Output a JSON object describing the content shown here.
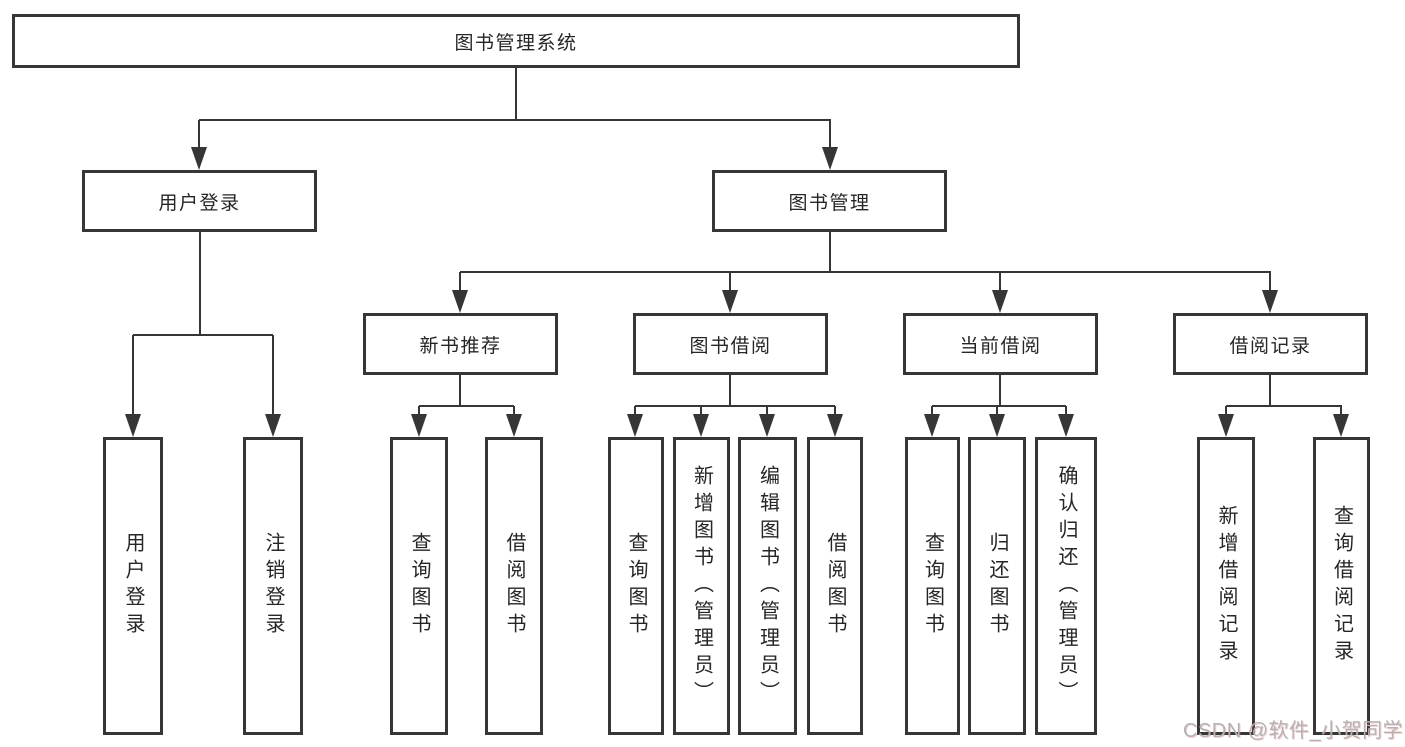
{
  "diagram": {
    "type": "hierarchy-flowchart",
    "colors": {
      "line": "#363636",
      "box_border": "#363636",
      "text": "#262626",
      "background": "#ffffff",
      "watermark_text": "#b3b3b3"
    },
    "watermark": "CSDN @软件_小贺同学"
  },
  "tree": {
    "root": "图书管理系统",
    "children": [
      {
        "label": "用户登录",
        "children": [
          "用户登录",
          "注销登录"
        ]
      },
      {
        "label": "图书管理",
        "children": [
          {
            "label": "新书推荐",
            "children": [
              "查询图书",
              "借阅图书"
            ]
          },
          {
            "label": "图书借阅",
            "children": [
              "查询图书",
              "新增图书（管理员）",
              "编辑图书（管理员）",
              "借阅图书"
            ]
          },
          {
            "label": "当前借阅",
            "children": [
              "查询图书",
              "归还图书",
              "确认归还（管理员）"
            ]
          },
          {
            "label": "借阅记录",
            "children": [
              "新增借阅记录",
              "查询借阅记录"
            ]
          }
        ]
      }
    ]
  }
}
